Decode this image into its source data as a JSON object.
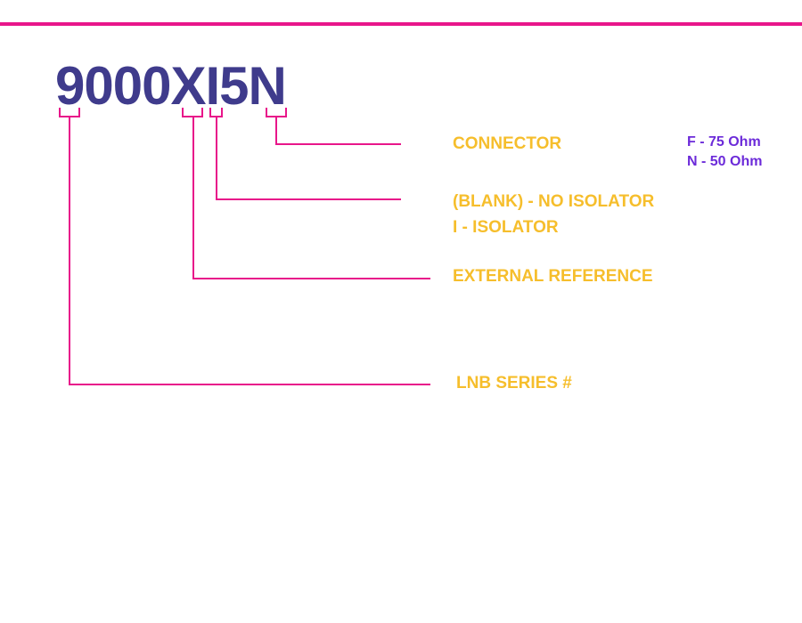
{
  "part_number": "9000XI5N",
  "colors": {
    "accent": "#e8168a",
    "part_number": "#3f3b8c",
    "label": "#f6be2c",
    "option": "#6c2bd9"
  },
  "fields": {
    "connector": {
      "label": "CONNECTOR",
      "options": [
        "F - 75 Ohm",
        "N - 50 Ohm"
      ]
    },
    "isolator": {
      "lines": [
        "(BLANK) - NO ISOLATOR",
        "I - ISOLATOR"
      ]
    },
    "external_reference": {
      "label": "EXTERNAL REFERENCE"
    },
    "series": {
      "label": "LNB SERIES #"
    }
  }
}
